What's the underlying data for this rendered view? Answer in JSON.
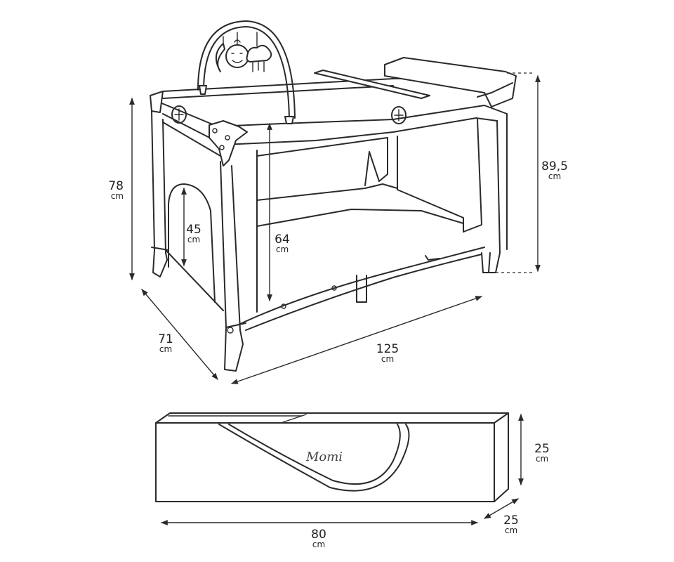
{
  "brand": "Momi",
  "dimensions": {
    "height_total": {
      "value": "78",
      "unit": "cm"
    },
    "height_top": {
      "value": "89,5",
      "unit": "cm"
    },
    "door_height": {
      "value": "45",
      "unit": "cm"
    },
    "inner_height": {
      "value": "64",
      "unit": "cm"
    },
    "depth": {
      "value": "71",
      "unit": "cm"
    },
    "length": {
      "value": "125",
      "unit": "cm"
    },
    "bag_height": {
      "value": "25",
      "unit": "cm"
    },
    "bag_depth": {
      "value": "25",
      "unit": "cm"
    },
    "bag_length": {
      "value": "80",
      "unit": "cm"
    }
  },
  "icons": [
    "travel-cot-drawing",
    "play-arch-icon",
    "carry-bag-drawing",
    "dimension-arrow-icon"
  ]
}
